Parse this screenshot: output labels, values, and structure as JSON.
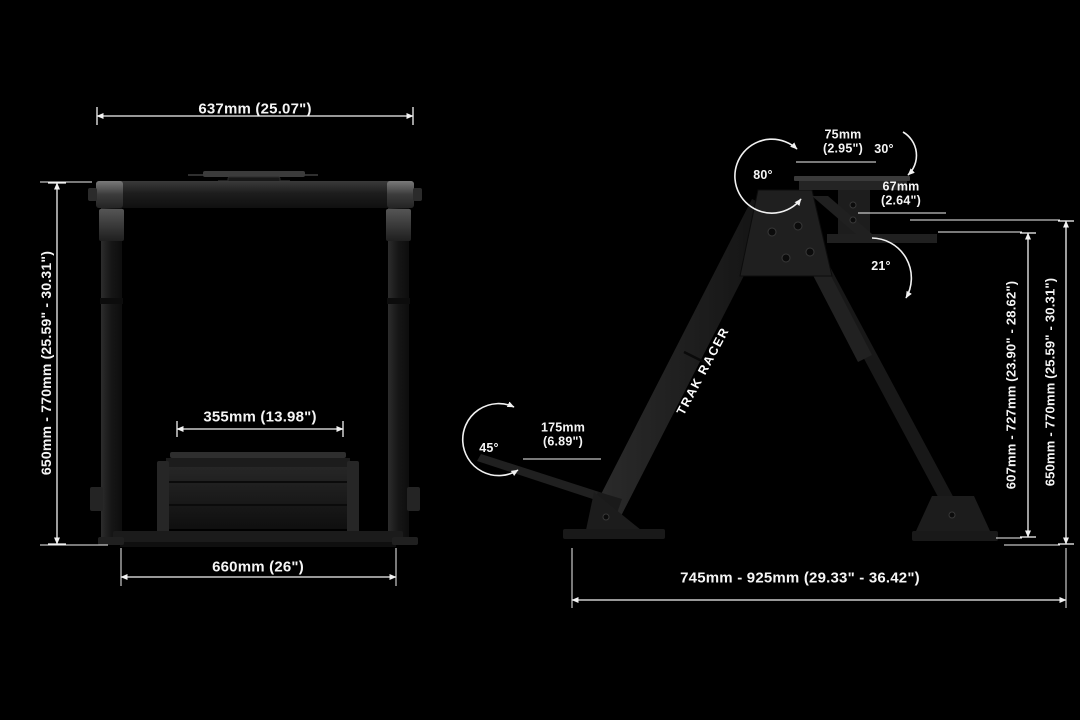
{
  "colors": {
    "background": "#000000",
    "dimension_lines": "#f2f2f2",
    "product_body": "#1a1a1a"
  },
  "front_view": {
    "top_width": "637mm (25.07\")",
    "height_range": "650mm - 770mm (25.59\" - 30.31\")",
    "pedal_tray_width": "355mm (13.98\")",
    "base_width": "660mm (26\")"
  },
  "side_view": {
    "brand": "TRAK RACER",
    "deck_travel": "75mm (2.95\")",
    "deck_tilt_angle": "30°",
    "bracket_travel": "67mm (2.64\")",
    "frame_angle": "80°",
    "rear_leg_angle": "21°",
    "pedal_tilt_angle": "45°",
    "pedal_plate_length": "175mm (6.89\")",
    "deck_height_range": "607mm - 727mm (23.90\" - 28.62\")",
    "overall_height_range": "650mm - 770mm (25.59\" - 30.31\")",
    "depth_range": "745mm - 925mm (29.33\" - 36.42\")"
  }
}
